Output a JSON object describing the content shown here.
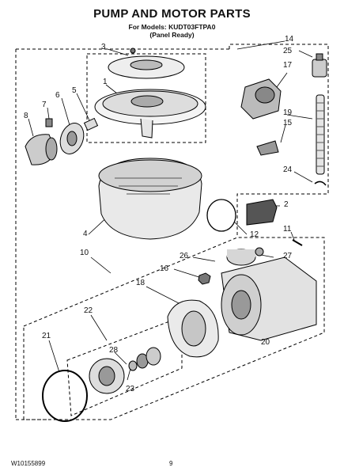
{
  "header": {
    "title": "PUMP AND MOTOR PARTS",
    "models_line": "For Models: KUDT03FTPA0",
    "panel_line": "(Panel Ready)"
  },
  "callouts": {
    "c1": "1",
    "c2": "2",
    "c3": "3",
    "c4": "4",
    "c5": "5",
    "c6": "6",
    "c7": "7",
    "c8": "8",
    "c10": "10",
    "c11": "11",
    "c12": "12",
    "c14": "14",
    "c15": "15",
    "c16": "16",
    "c17": "17",
    "c18": "18",
    "c19": "19",
    "c20": "20",
    "c21": "21",
    "c22": "22",
    "c23": "23",
    "c24": "24",
    "c25": "25",
    "c26": "26",
    "c27": "27",
    "c28": "28"
  },
  "footer": {
    "doc_number": "W10155899",
    "page_number": "9"
  }
}
